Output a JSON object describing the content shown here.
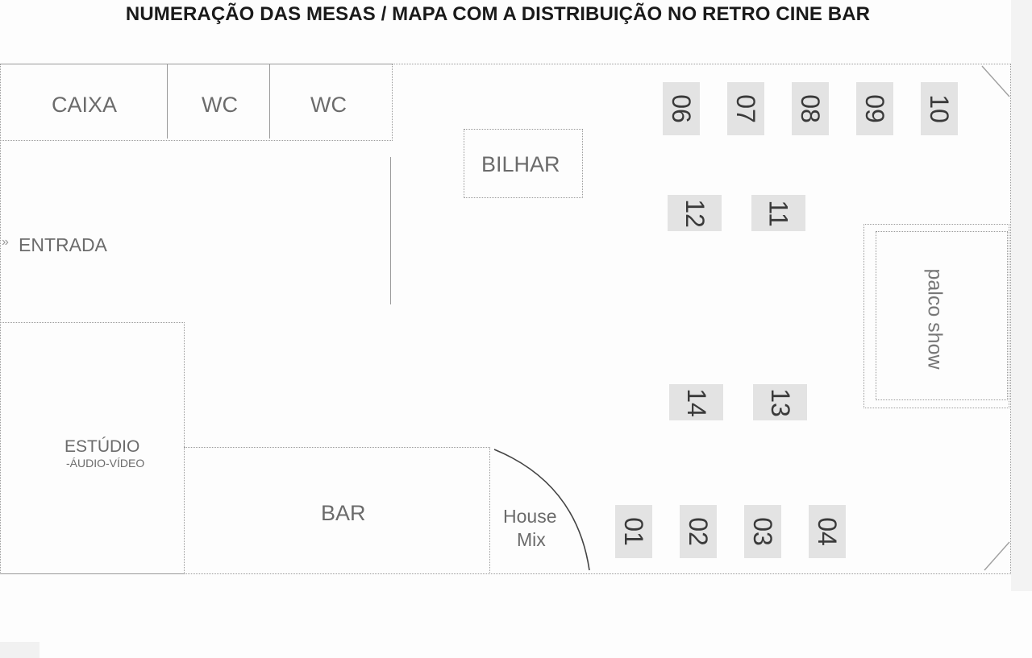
{
  "title": "NUMERAÇÃO DAS MESAS /  MAPA COM A DISTRIBUIÇÃO NO RETRO CINE BAR",
  "rooms": {
    "caixa": "CAIXA",
    "wc1": "WC",
    "wc2": "WC",
    "bilhar": "BILHAR",
    "entrada": "ENTRADA",
    "entrada_arrow": "»",
    "estudio": "ESTÚDIO",
    "estudio_sub": "-ÁUDIO-VÍDEO",
    "bar": "BAR",
    "house_mix_1": "House",
    "house_mix_2": "Mix",
    "palco": "palco show"
  },
  "tables": [
    "01",
    "02",
    "03",
    "04",
    "06",
    "07",
    "08",
    "09",
    "10",
    "11",
    "12",
    "13",
    "14"
  ],
  "colors": {
    "wall": "#9a9a9a",
    "table_fill": "#e3e3e3",
    "label": "#6b6b6b",
    "title": "#1a1a1a"
  }
}
